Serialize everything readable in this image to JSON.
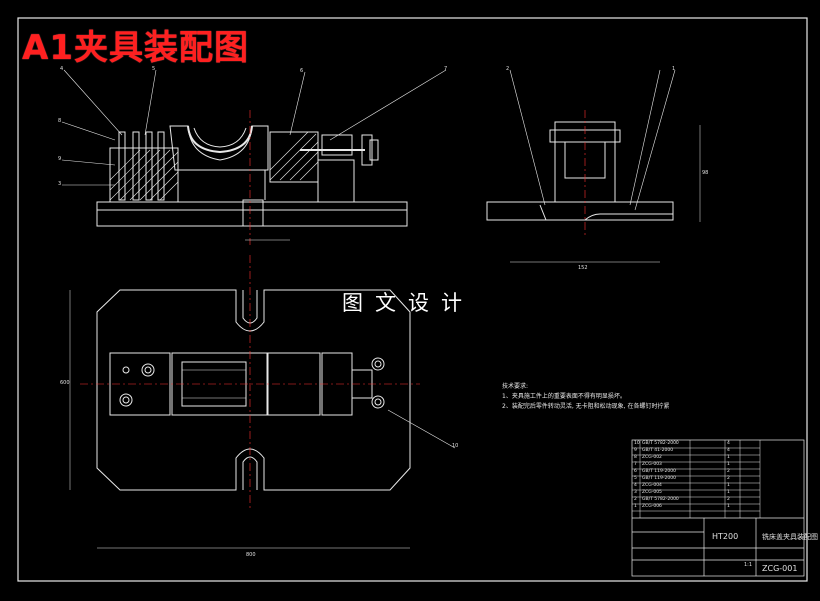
{
  "title": "A1夹具装配图",
  "watermark": "图文设计",
  "colors": {
    "line": "#e8e8e8",
    "background": "#000000",
    "title": "#ff2020",
    "center": "#ff3030"
  },
  "dimensions": {
    "overall_width": "800",
    "overall_height": "600",
    "side_width": "152",
    "side_height": "98"
  },
  "tech_notes": {
    "heading": "技术要求:",
    "items": [
      "1、夹具施工件上的重要表面不得有明显损坏。",
      "2、装配完后零件转动灵活, 无卡阻和松动现象, 在各螺钉时拧紧"
    ]
  },
  "title_block": {
    "material": "HT200",
    "drawing_name": "铣床盖夹具装配图",
    "drawing_number": "ZCG-001",
    "scale": "1:1"
  },
  "parts_list": [
    {
      "no": "10",
      "code": "GB/T 5782-2000",
      "qty": "4"
    },
    {
      "no": "9",
      "code": "GB/T 41-2000",
      "qty": "4"
    },
    {
      "no": "8",
      "code": "ZCG-002",
      "qty": "1"
    },
    {
      "no": "7",
      "code": "ZCG-003",
      "qty": "1"
    },
    {
      "no": "6",
      "code": "GB/T 119-2000",
      "qty": "2"
    },
    {
      "no": "5",
      "code": "GB/T 119-2000",
      "qty": "2"
    },
    {
      "no": "4",
      "code": "ZCG-004",
      "qty": "1"
    },
    {
      "no": "3",
      "code": "ZCG-005",
      "qty": "1"
    },
    {
      "no": "2",
      "code": "GB/T 5782-2000",
      "qty": "2"
    },
    {
      "no": "1",
      "code": "ZCG-006",
      "qty": "1"
    }
  ],
  "callouts": [
    "4",
    "5",
    "6",
    "7",
    "8",
    "9",
    "3",
    "2",
    "1",
    "10"
  ]
}
